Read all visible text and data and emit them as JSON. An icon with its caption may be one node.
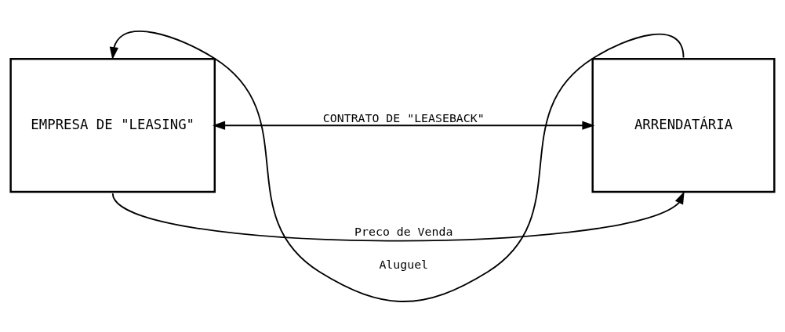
{
  "diagram": {
    "nodes": [
      {
        "text": [
          "EMPRESA DE \"LEASING\""
        ]
      },
      {
        "text": [
          "ARRENDATÁRIA"
        ]
      }
    ],
    "edges": [
      {
        "from": 1,
        "to": 0,
        "arrow": "to",
        "label": "Aluguel"
      },
      {
        "from": 0,
        "to": 1,
        "arrow": "both",
        "label": "CONTRATO DE \"LEASEBACK\""
      },
      {
        "from": 0,
        "to": 1,
        "arrow": "to",
        "label": "Preco de Venda"
      }
    ]
  }
}
